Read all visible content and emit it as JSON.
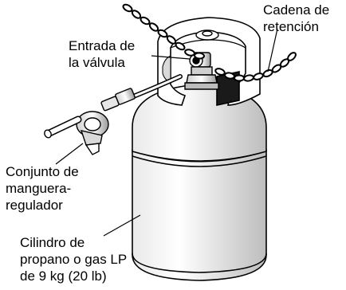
{
  "labels": {
    "chain": {
      "line1": "Cadena de",
      "line2": "retención"
    },
    "valve": {
      "line1": "Entrada de",
      "line2": "la válvula"
    },
    "hose": {
      "line1": "Conjunto de",
      "line2": "manguera-",
      "line3": "regulador"
    },
    "cylinder": {
      "line1": "Cilindro de",
      "line2": "propano o gas LP",
      "line3": "de 9 kg (20 lb)"
    }
  },
  "colors": {
    "ink": "#000000",
    "background": "#ffffff",
    "shade_light": "#f2f2f2",
    "shade_mid": "#d9d9d9",
    "shade_dark": "#a6a6a6"
  }
}
